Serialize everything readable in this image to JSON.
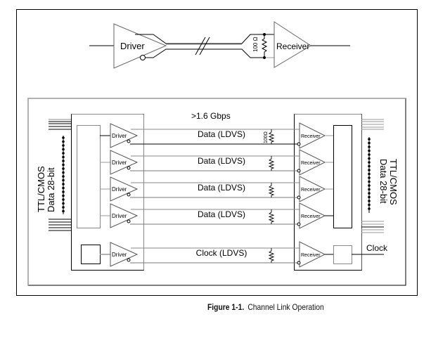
{
  "top_diagram": {
    "driver_label": "Driver",
    "receiver_label": "Receiver",
    "resistor_label": "100 Ω"
  },
  "main_diagram": {
    "speed_label": ">1.6 Gbps",
    "left_bus_label_line1": "TTL/CMOS",
    "left_bus_label_line2": "Data 28-bit",
    "right_bus_label_line1": "TTL/CMOS",
    "right_bus_label_line2": "Data 28-bit",
    "resistor_label": "100Ω",
    "clock_output_label": "Clock",
    "channels": [
      {
        "driver": "Driver",
        "receiver": "Receiver",
        "line_label": "Data (LDVS)"
      },
      {
        "driver": "Driver",
        "receiver": "Receiver",
        "line_label": "Data (LDVS)"
      },
      {
        "driver": "Driver",
        "receiver": "Receiver",
        "line_label": "Data (LDVS)"
      },
      {
        "driver": "Driver",
        "receiver": "Receiver",
        "line_label": "Data (LDVS)"
      },
      {
        "driver": "Driver",
        "receiver": "Receiver",
        "line_label": "Clock (LDVS)"
      }
    ]
  },
  "caption": {
    "number": "Figure 1-1.",
    "title": "Channel Link Operation"
  },
  "colors": {
    "line": "#000000",
    "gray_line": "#999999",
    "box_edge": "#777777"
  }
}
